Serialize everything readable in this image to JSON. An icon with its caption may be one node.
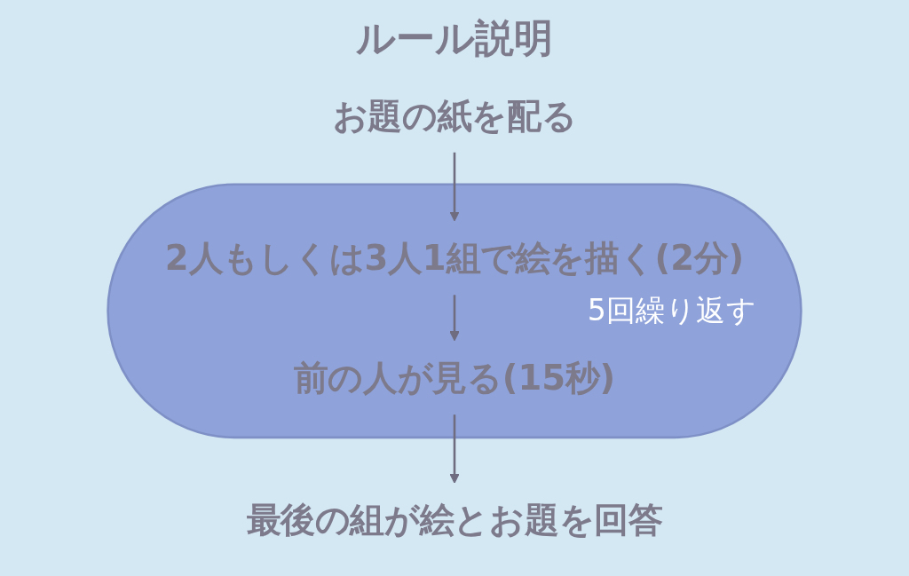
{
  "diagram": {
    "title": "ルール説明",
    "nodes": [
      {
        "text": [
          "お題の紙を配る"
        ]
      },
      {
        "text": [
          "5回繰り返す"
        ]
      },
      {
        "text": [
          "2人もしくは3人1組で絵を描く(2分)"
        ],
        "in": 1
      },
      {
        "text": [
          "前の人が見る(15秒)"
        ],
        "in": 1
      },
      {
        "text": [
          "最後の組が絵とお題を回答"
        ]
      }
    ],
    "edges": [
      {
        "from": 0,
        "to": 2,
        "arrow": "to"
      },
      {
        "from": 2,
        "to": 3,
        "arrow": "to"
      },
      {
        "from": 3,
        "to": 4,
        "arrow": "to"
      }
    ]
  }
}
